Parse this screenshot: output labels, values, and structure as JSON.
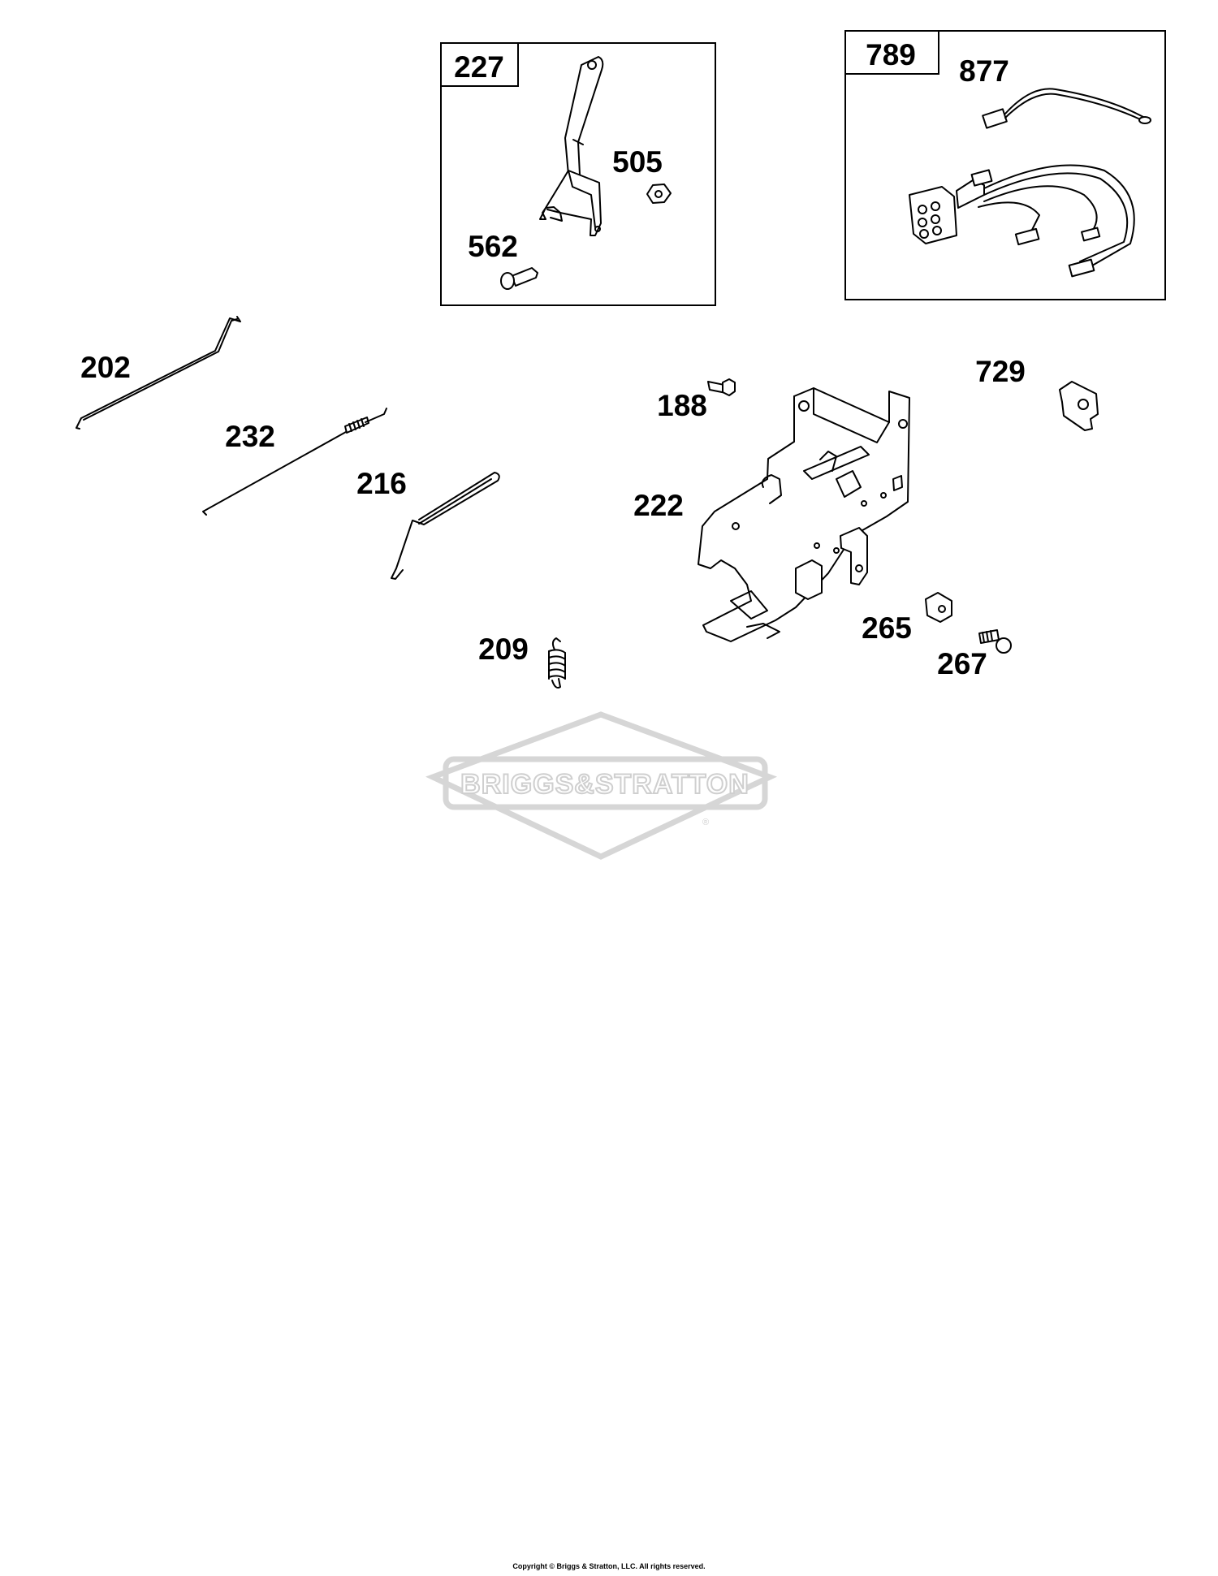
{
  "callouts": {
    "c227": "227",
    "c505": "505",
    "c562": "562",
    "c789": "789",
    "c877": "877",
    "c202": "202",
    "c232": "232",
    "c216": "216",
    "c188": "188",
    "c729": "729",
    "c222": "222",
    "c209": "209",
    "c265": "265",
    "c267": "267"
  },
  "watermark": {
    "brand": "BRIGGS&STRATTON",
    "registered": "®"
  },
  "footer": {
    "copyright": "Copyright © Briggs & Stratton, LLC. All rights reserved."
  }
}
